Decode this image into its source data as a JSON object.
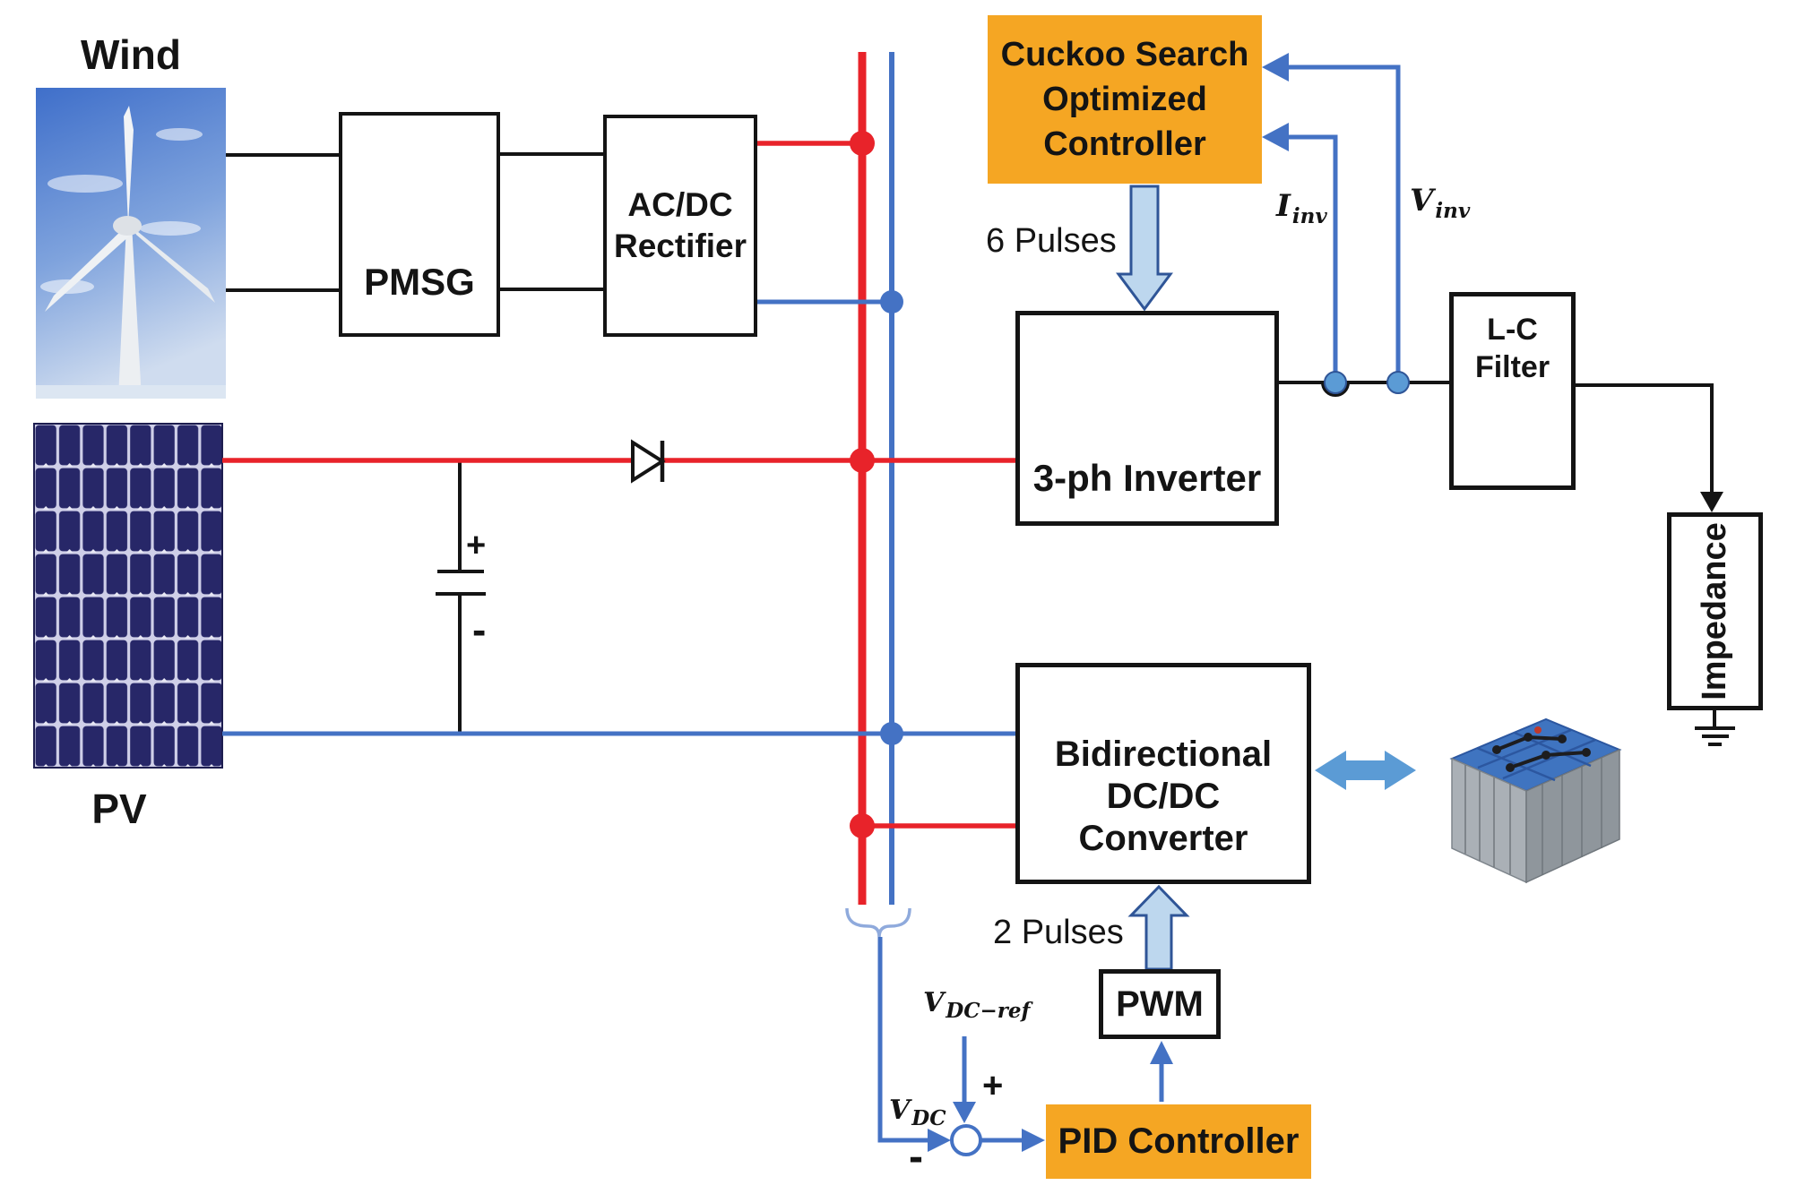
{
  "figure": {
    "type": "power-system-block-diagram",
    "description": "Hybrid wind/PV microgrid with cuckoo-search optimized inverter control and PID-controlled bidirectional battery converter"
  },
  "labels": {
    "wind": "Wind",
    "pv": "PV",
    "pmsg": "PMSG",
    "rectifier_line1": "AC/DC",
    "rectifier_line2": "Rectifier",
    "cuckoo_line1": "Cuckoo Search",
    "cuckoo_line2": "Optimized",
    "cuckoo_line3": "Controller",
    "six_pulses": "6 Pulses",
    "two_pulses": "2 Pulses",
    "inverter": "3-ph Inverter",
    "lc_line1": "L-C",
    "lc_line2": "Filter",
    "impedance": "Impedance",
    "bidi_line1": "Bidirectional",
    "bidi_line2": "DC/DC Converter",
    "pwm": "PWM",
    "pid": "PID Controller",
    "i_inv_base": "I",
    "i_inv_sub": "inv",
    "v_inv_base": "V",
    "v_inv_sub": "inv",
    "v_dc_base": "V",
    "v_dc_sub": "DC",
    "v_dc_ref_base": "V",
    "v_dc_ref_sub": "DC−ref"
  },
  "signs": {
    "cap_plus": "+",
    "cap_minus": "-",
    "sum_plus": "+",
    "sum_minus": "-"
  },
  "colors": {
    "controller_orange": "#F5A623",
    "dc_bus_red": "#E8232A",
    "signal_blue": "#4472C4",
    "link_blue": "#5B9BD5",
    "pulse_arrow_fill": "#BDD7EE",
    "pulse_arrow_border": "#2F5597",
    "wire_black": "#141414"
  },
  "icons": {
    "wind_turbine": "wind-turbine-image",
    "pv_panel": "pv-panel-image",
    "motor": "motor-icon",
    "igbt": "igbt-icon",
    "diode": "diode-icon",
    "capacitor": "capacitor-icon",
    "lc_filter": "lc-filter-icon",
    "ground": "ground-icon",
    "battery": "battery-image",
    "sum_junction": "sum-junction",
    "curly_brace": "brace-icon"
  }
}
